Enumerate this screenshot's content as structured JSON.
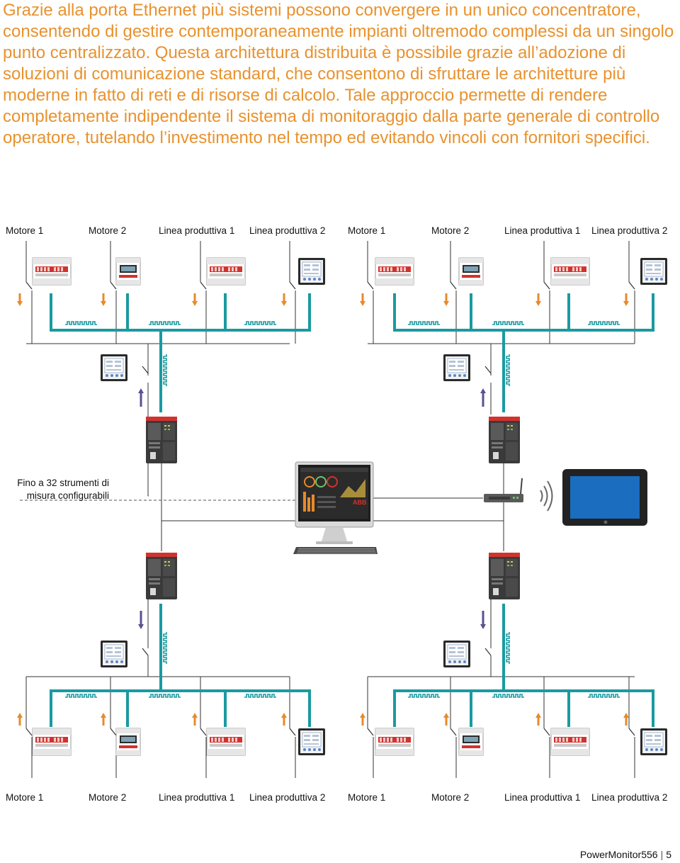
{
  "intro": {
    "paragraph": "Grazie alla porta Ethernet più sistemi possono convergere in un unico concentratore, consentendo di gestire contemporaneamente impianti oltremodo complessi da un singolo punto centralizzato. Questa architettura distribuita è possibile grazie all’adozione di soluzioni di comunicazione standard, che consentono di sfruttare le architetture più moderne in fatto di reti e di risorse di calcolo. Tale approccio permette di rendere completamente indipendente il sistema di monitoraggio dalla parte generale di controllo operatore, tutelando l’investimento nel tempo ed evitando vincoli con fornitori specifici."
  },
  "diagram": {
    "top_labels": [
      "Motore 1",
      "Motore 2",
      "Linea produttiva 1",
      "Linea produttiva 2",
      "Motore 1",
      "Motore 2",
      "Linea produttiva 1",
      "Linea produttiva 2"
    ],
    "bottom_labels": [
      "Motore 1",
      "Motore 2",
      "Linea produttiva 1",
      "Linea produttiva 2",
      "Motore 1",
      "Motore 2",
      "Linea produttiva 1",
      "Linea produttiva 2"
    ],
    "note": "Fino a 32 strumenti di misura configurabili",
    "screen_logo": "ABB"
  },
  "footer": {
    "product": "PowerMonitor556",
    "page": "5"
  },
  "colors": {
    "accent_orange": "#e8922e",
    "bus_teal": "#1a9aa0",
    "arrow_orange": "#e88a2a",
    "arrow_purple": "#5a5090",
    "abb_red": "#d2322d"
  }
}
